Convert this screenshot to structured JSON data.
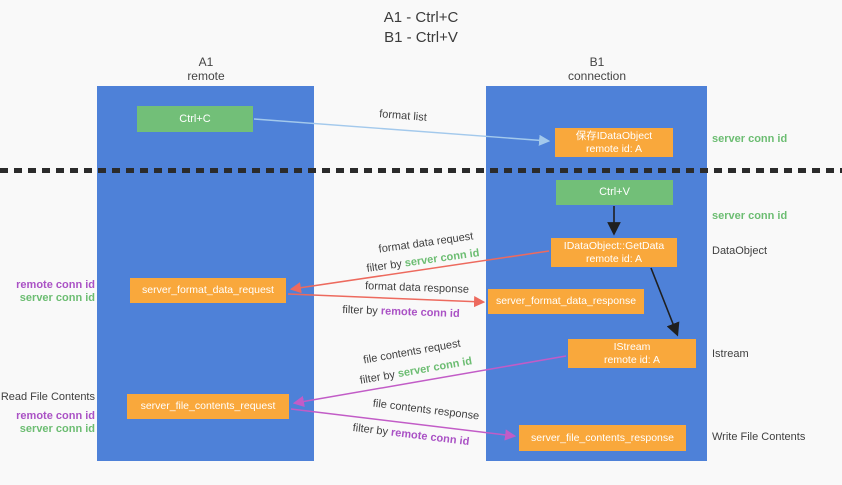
{
  "title": {
    "line1": "A1 - Ctrl+C",
    "line2": "B1 - Ctrl+V"
  },
  "lifelines": {
    "a1": {
      "name": "A1",
      "subtitle": "remote"
    },
    "b1": {
      "name": "B1",
      "subtitle": "connection"
    }
  },
  "nodes": {
    "ctrl_c": {
      "label": "Ctrl+C"
    },
    "save_idataobject": {
      "line1": "保存IDataObject",
      "line2": "remote id: A"
    },
    "ctrl_v": {
      "label": "Ctrl+V"
    },
    "getdata": {
      "line1": "IDataObject::GetData",
      "line2": "remote id: A"
    },
    "server_format_data_request": {
      "label": "server_format_data_request"
    },
    "server_format_data_response": {
      "label": "server_format_data_response"
    },
    "istream": {
      "line1": "IStream",
      "line2": "remote id: A"
    },
    "server_file_contents_request": {
      "label": "server_file_contents_request"
    },
    "server_file_contents_response": {
      "label": "server_file_contents_response"
    }
  },
  "annotations": {
    "server_conn_id": "server conn id",
    "remote_conn_id": "remote conn id",
    "dataobject": "DataObject",
    "istream": "Istream",
    "read_file_contents": "Read File Contents",
    "write_file_contents": "Write File Contents"
  },
  "arrows": {
    "format_list": "format list",
    "format_data_request": "format data request",
    "format_data_response": "format data response",
    "file_contents_request": "file contents request",
    "file_contents_response": "file contents response",
    "filter_by": "filter by"
  },
  "colors": {
    "lifeline_blue": "#4e81d8",
    "node_green": "#72bf78",
    "node_orange": "#f9a83c",
    "arrow_light_blue": "#a3c9ec",
    "arrow_red": "#ed6a5e",
    "arrow_magenta": "#c25cc7",
    "arrow_black": "#1f1f1f",
    "text_green": "#6cbd72",
    "text_purple": "#aa52c5",
    "text_dark": "#3f3f3f",
    "background": "#f9f9f9"
  }
}
